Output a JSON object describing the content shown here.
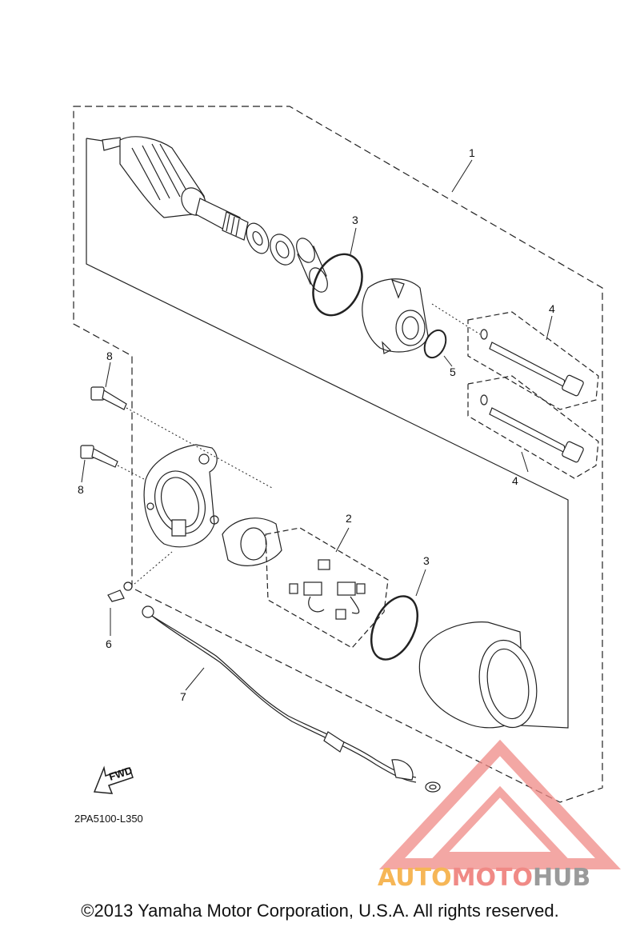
{
  "diagram": {
    "callouts": {
      "c1": "1",
      "c2": "2",
      "c3a": "3",
      "c3b": "3",
      "c4a": "4",
      "c4b": "4",
      "c5": "5",
      "c6": "6",
      "c7": "7",
      "c8a": "8",
      "c8b": "8"
    },
    "fwd_label": "FWD",
    "drawing_code": "2PA5100-L350"
  },
  "watermark": {
    "auto": "AUTO",
    "moto": "MOTO",
    "hub": "HUB",
    "colors": {
      "auto": "#f6b656",
      "moto": "#f08a86",
      "hub": "#9a9a9a",
      "triangle": "#f08a86"
    }
  },
  "copyright": "©2013 Yamaha Motor Corporation, U.S.A. All rights reserved."
}
